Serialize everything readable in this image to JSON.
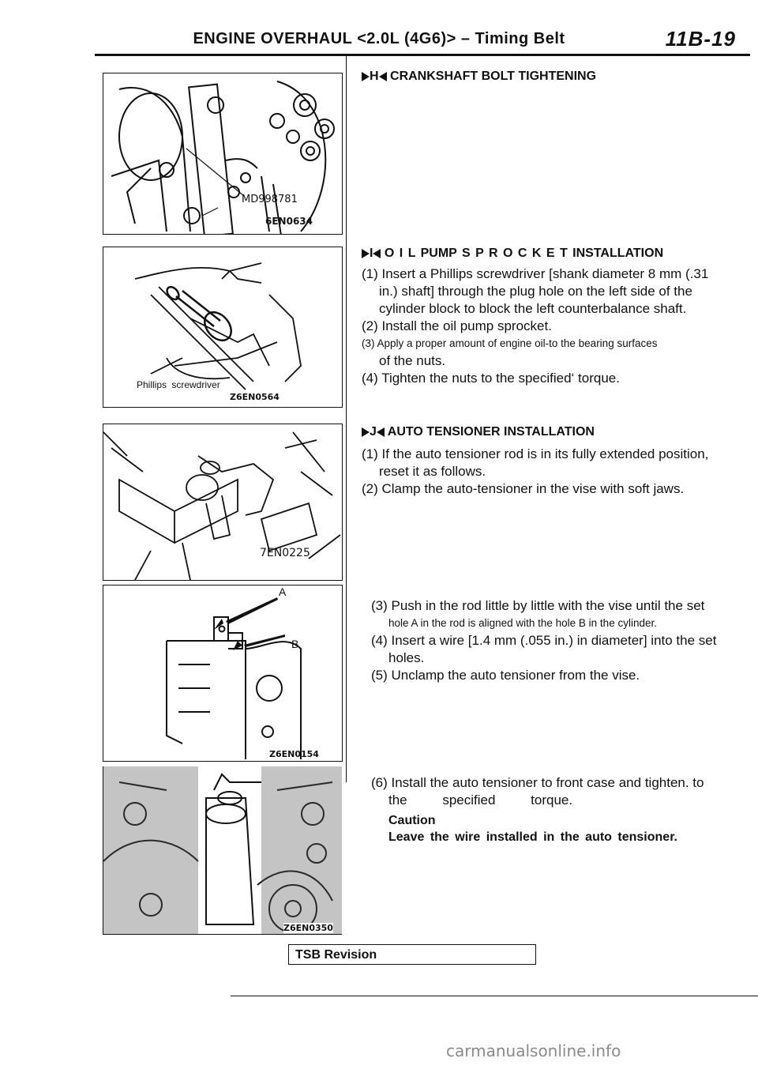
{
  "header": {
    "title": "ENGINE OVERHAUL <2.0L (4G6)> – Timing Belt",
    "page_number": "11B-19"
  },
  "figures": {
    "fig1": {
      "tool_label": "MD998781",
      "code": "6EN0634"
    },
    "fig2": {
      "caption": "Phillips screwdriver",
      "code": "Z6EN0564"
    },
    "fig3": {
      "code": "7EN0225"
    },
    "fig4": {
      "label_a": "A",
      "label_b": "B",
      "code": "Z6EN0154"
    },
    "fig5": {
      "code": "Z6EN0350"
    }
  },
  "sections": {
    "h": {
      "marker": "H",
      "title": "CRANKSHAFT BOLT TIGHTENING"
    },
    "i": {
      "marker": "I",
      "title": "O I L PUMP S P R O C K E T INSTALLATION",
      "steps": [
        "(1) Insert a Phillips screwdriver [shank diameter 8 mm (.31",
        "in.) shaft] through the plug hole on the left side of the",
        "cylinder block to block the left counterbalance shaft.",
        "(2) Install the oil pump sprocket.",
        "(3) Apply a proper amount of engine oil-to the bearing surfaces",
        "of the nuts.",
        "(4) Tighten the nuts to the specified‘ torque."
      ]
    },
    "j": {
      "marker": "J",
      "title": "AUTO TENSIONER INSTALLATION",
      "steps": [
        "(1) If the auto tensioner rod is in its fully extended position,",
        "reset it as follows.",
        "(2) Clamp the auto-tensioner in the vise with soft jaws."
      ],
      "steps_b": [
        "(3) Push in the rod little by little with the vise until the set",
        "hole A in the rod is aligned with the hole B in the cylinder.",
        "(4) Insert a wire [1.4 mm (.055 in.) in diameter] into the set",
        "holes.",
        "(5) Unclamp the auto tensioner from the vise."
      ],
      "steps_c": [
        "(6) Install the auto tensioner to front case and tighten. to",
        "the specified torque."
      ],
      "caution_label": "Caution",
      "caution_text": "Leave the wire installed in the auto tensioner."
    }
  },
  "footer": {
    "tsb": "TSB Revision",
    "watermark": "carmanualsonline.info"
  }
}
